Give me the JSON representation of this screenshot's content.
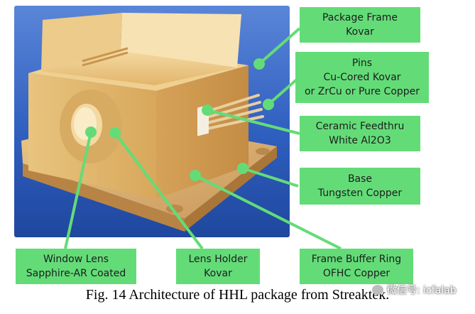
{
  "callouts": {
    "package_frame": [
      "Package Frame",
      "Kovar"
    ],
    "pins": [
      "Pins",
      "Cu-Cored Kovar",
      "or ZrCu or Pure Copper"
    ],
    "ceramic_feedthru": [
      "Ceramic Feedthru",
      "White Al2O3"
    ],
    "base": [
      "Base",
      "Tungsten Copper"
    ],
    "window_lens": [
      "Window Lens",
      "Sapphire-AR Coated"
    ],
    "lens_holder": [
      "Lens Holder",
      "Kovar"
    ],
    "frame_buffer_ring": [
      "Frame Buffer Ring",
      "OFHC Copper"
    ]
  },
  "caption": "Fig. 14 Architecture of HHL package from Streaktek.",
  "watermark": "微信号: icfalab",
  "colors": {
    "callout_fill": "#63dc78",
    "leader_line": "#63dc78",
    "photo_background": "#2f5fbf",
    "package_gold": "#e3b564"
  }
}
